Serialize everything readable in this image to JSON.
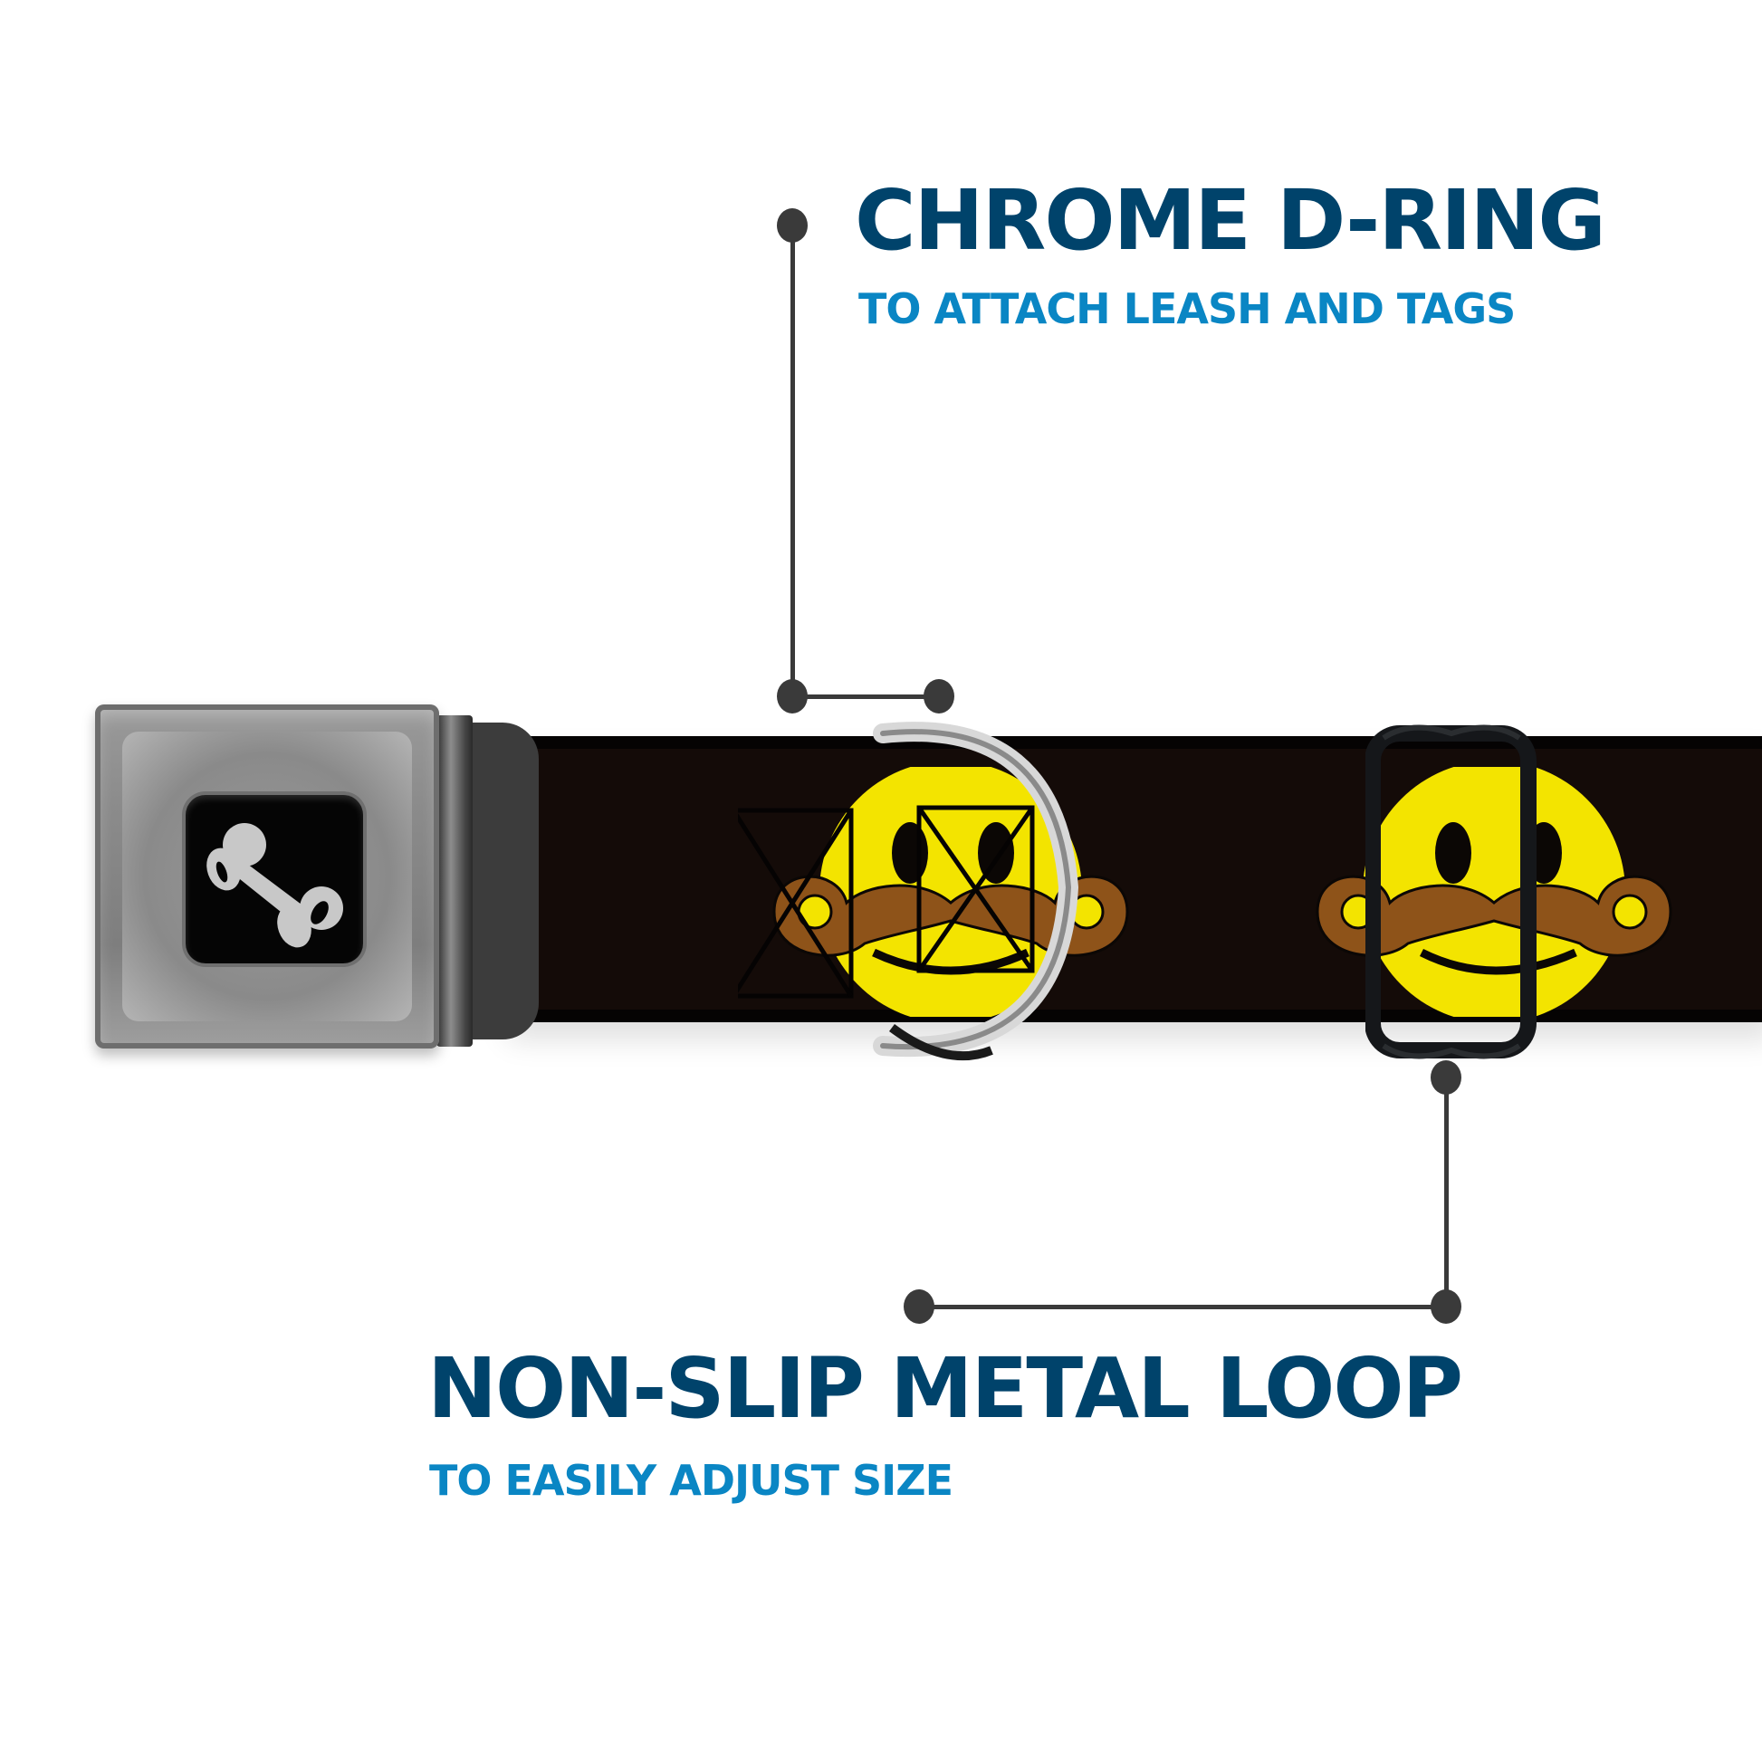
{
  "callouts": {
    "d_ring": {
      "title": "CHROME D-RING",
      "subtitle": "TO ATTACH LEASH AND TAGS"
    },
    "loop": {
      "title": "NON-SLIP METAL LOOP",
      "subtitle": "TO EASILY ADJUST SIZE"
    }
  },
  "colors": {
    "title": "#00436b",
    "subtitle": "#0a86c4",
    "connector": "#3a3a3a",
    "strap": "#140b08",
    "smiley_face": "#f3e400",
    "mustache": "#8e5319",
    "d_ring": "#c9c9c9",
    "slider_loop": "#15171a",
    "bone": "#c8c8c8"
  },
  "product": {
    "buckle_icon": "bone-icon",
    "pattern": "mustache-smiley"
  }
}
